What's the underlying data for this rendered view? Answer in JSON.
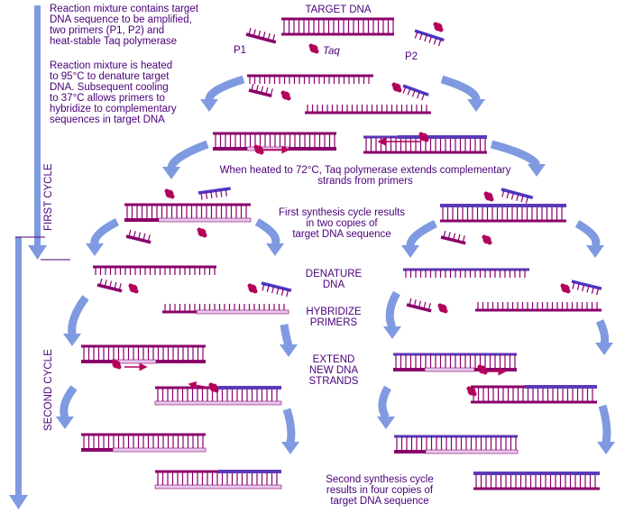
{
  "title": "TARGET DNA",
  "labels": {
    "p1": "P1",
    "p2": "P2",
    "taq": "Taq"
  },
  "notes": {
    "mixture": "Reaction mixture contains target\nDNA sequence to be amplified,\ntwo primers (P1, P2) and\nheat-stable Taq polymerase",
    "heated": "Reaction mixture is heated\nto 95°C to denature target\nDNA.  Subsequent cooling\nto 37°C allows primers to\nhybridize to complementary\nsequences in target DNA",
    "extend": "When heated to 72°C, Taq polymerase extends complementary\nstrands from primers",
    "first_result": "First synthesis cycle results\nin two copies of\ntarget DNA sequence",
    "denature": "DENATURE\nDNA",
    "hybridize": "HYBRIDIZE\nPRIMERS",
    "extend_new": "EXTEND\nNEW DNA\nSTRANDS",
    "second_result": "Second synthesis cycle\nresults in four copies of\ntarget DNA sequence"
  },
  "cycles": {
    "first": "FIRST CYCLE",
    "second": "SECOND CYCLE"
  },
  "colors": {
    "target_strand": "#8a006a",
    "new_strand": "#5a3ab8",
    "primer_p2": "#4a3ac8",
    "taq": "#b3005a",
    "arrow": "#7f9ae0",
    "text": "#4a007a",
    "pale": "#e6c8ee"
  }
}
